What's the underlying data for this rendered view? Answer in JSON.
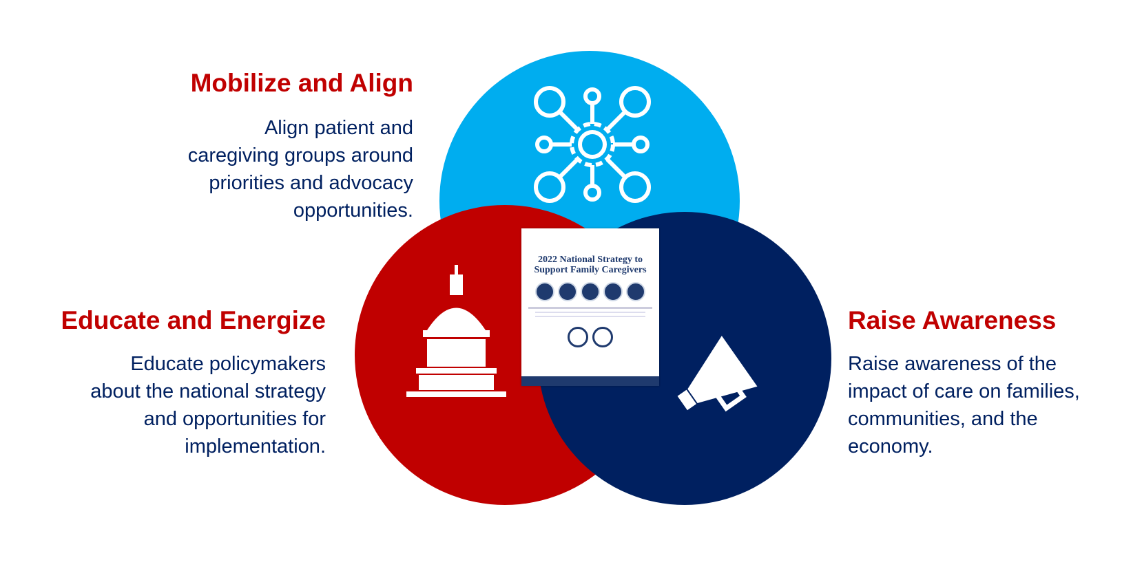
{
  "sections": {
    "mobilize": {
      "heading": "Mobilize and Align",
      "body": [
        "Align patient and",
        "caregiving groups around",
        "priorities and advocacy",
        "opportunities."
      ],
      "icon": "network-gear-icon",
      "color": "#00adef"
    },
    "educate": {
      "heading": "Educate and Energize",
      "body": [
        "Educate policymakers",
        "about the national strategy",
        "and opportunities for",
        "implementation."
      ],
      "icon": "capitol-building-icon",
      "color": "#c00000"
    },
    "raise": {
      "heading": "Raise Awareness",
      "body": [
        "Raise awareness of the",
        "impact of care on families,",
        "communities, and the",
        "economy."
      ],
      "icon": "megaphone-icon",
      "color": "#002060"
    }
  },
  "document": {
    "title_line1": "2022 National Strategy to",
    "title_line2": "Support Family Caregivers"
  },
  "colors": {
    "heading": "#c00000",
    "body": "#002060"
  }
}
